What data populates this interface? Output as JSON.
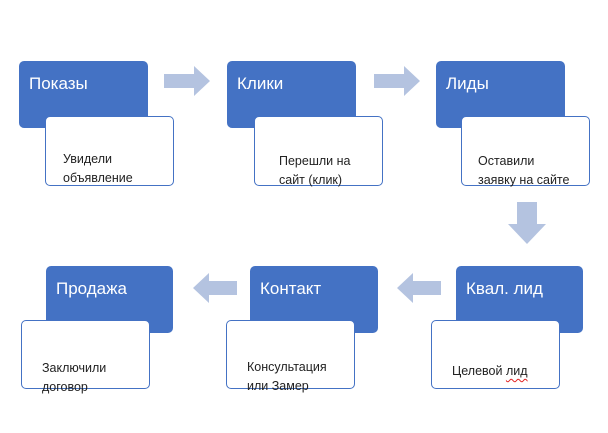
{
  "colors": {
    "stage_fill": "#4472c4",
    "stage_text": "#ffffff",
    "note_border": "#4472c4",
    "arrow_fill": "#b4c3e0"
  },
  "steps": [
    {
      "title": "Показы",
      "description": "Увидели\nобъявление"
    },
    {
      "title": "Клики",
      "description": "Перешли на\nсайт (клик)"
    },
    {
      "title": "Лиды",
      "description": "Оставили\nзаявку на сайте"
    },
    {
      "title": "Квал. лид",
      "description_prefix": "Целевой ",
      "description_flagged": "лид"
    },
    {
      "title": "Контакт",
      "description": "Консультация\nили Замер"
    },
    {
      "title": "Продажа",
      "description": "Заключили\nдоговор"
    }
  ]
}
